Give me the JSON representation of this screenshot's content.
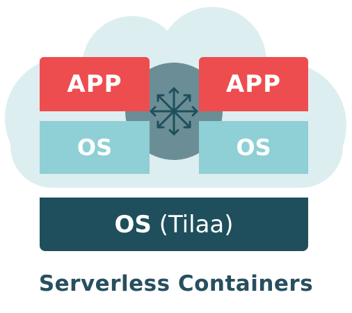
{
  "diagram": {
    "caption": "Serverless Containers",
    "containers": [
      {
        "app_label": "APP",
        "os_label": "OS"
      },
      {
        "app_label": "APP",
        "os_label": "OS"
      }
    ],
    "host": {
      "os_label": "OS",
      "provider": "(Tilaa)"
    },
    "colors": {
      "cloud": "#ddeef0",
      "app": "#ee4d4f",
      "container_os": "#8fcfd6",
      "host_os": "#1f4f5c",
      "hub": "#6b8e96",
      "arrows": "#1f4f5c",
      "caption": "#274f60"
    }
  }
}
